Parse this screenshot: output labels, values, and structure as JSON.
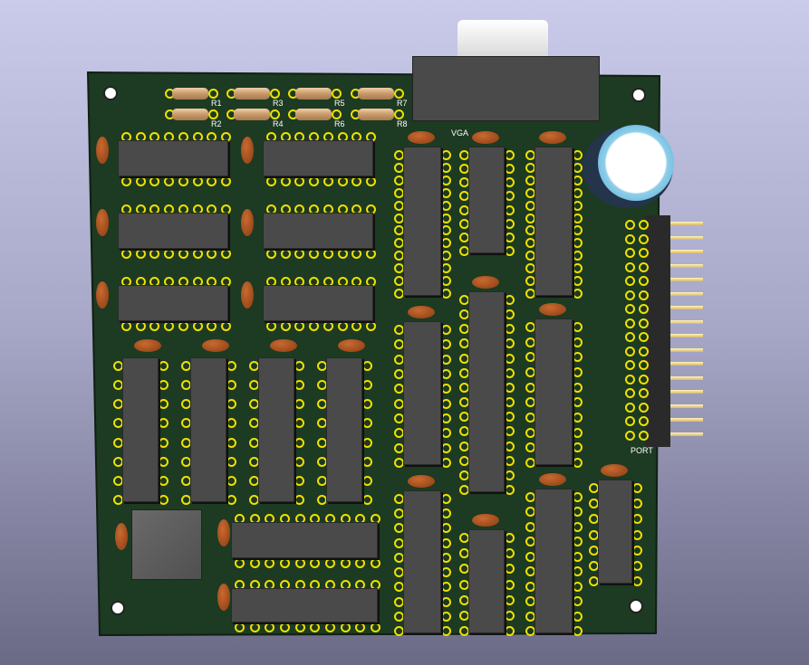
{
  "board": {
    "resistor_labels": [
      "R1",
      "R2",
      "R3",
      "R4",
      "R5",
      "R6",
      "R7",
      "R8"
    ],
    "connector_labels": {
      "vga": "VGA",
      "port": "PORT"
    },
    "colors": {
      "pcb": "#1d3a22",
      "pad": "#f0e000",
      "ic": "#4a4a4a",
      "capacitor": "#b0521e"
    }
  }
}
